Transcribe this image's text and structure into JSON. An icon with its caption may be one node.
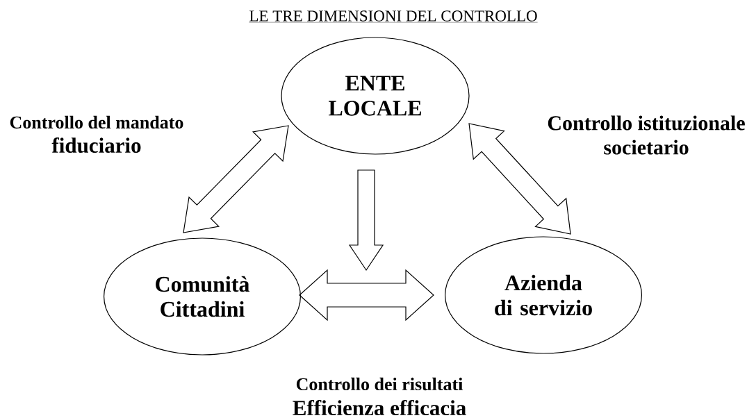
{
  "diagram": {
    "title": "LE TRE DIMENSIONI DEL CONTROLLO",
    "nodes": [
      {
        "text": [
          "ENTE LOCALE"
        ]
      },
      {
        "text": [
          "Comunità Cittadini"
        ]
      },
      {
        "text": [
          "Azienda di servizio"
        ]
      }
    ],
    "edges": [
      {
        "from": 0,
        "to": 1,
        "arrow": "both"
      },
      {
        "from": 0,
        "to": 2,
        "arrow": "both"
      },
      {
        "from": 0,
        "to": null,
        "arrow": "to"
      },
      {
        "from": 1,
        "to": 2,
        "arrow": "both"
      }
    ],
    "labels": [
      "Controllo del mandato",
      "fiduciario",
      "Controllo istituzionale",
      "societario",
      "Controllo dei risultati",
      "Efficienza efficacia"
    ]
  }
}
